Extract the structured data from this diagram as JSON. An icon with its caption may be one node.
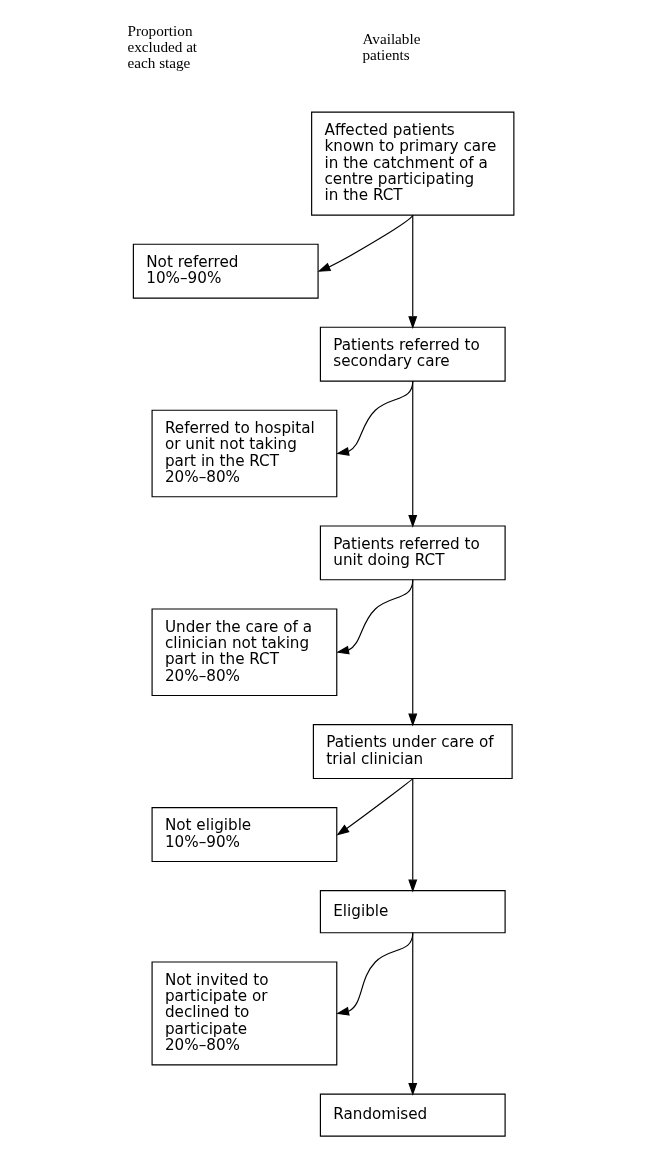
{
  "diagram": {
    "nodes": [
      {
        "text": [
          "Affected patients known to primary care in the catchment of a centre participating in the RCT"
        ]
      },
      {
        "text": [
          "Not referred",
          "10%–90%"
        ]
      },
      {
        "text": [
          "Patients referred to secondary care"
        ]
      },
      {
        "text": [
          "Referred to hospital or unit not taking part in the RCT",
          "20%–80%"
        ]
      },
      {
        "text": [
          "Patients referred to unit doing RCT"
        ]
      },
      {
        "text": [
          "Under the care of a clinician not taking part in the RCT",
          "20%–80%"
        ]
      },
      {
        "text": [
          "Patients under care of trial clinician"
        ]
      },
      {
        "text": [
          "Not eligible",
          "10%–90%"
        ]
      },
      {
        "text": [
          "Eligible"
        ]
      },
      {
        "text": [
          "Not invited to participate or declined to participate",
          "20%–80%"
        ]
      },
      {
        "text": [
          "Randomised"
        ]
      }
    ],
    "edges": [
      {
        "from": 0,
        "to": 2,
        "arrow": "to"
      },
      {
        "from": 0,
        "to": 1,
        "arrow": "to"
      },
      {
        "from": 2,
        "to": 4,
        "arrow": "to"
      },
      {
        "from": 2,
        "to": 3,
        "arrow": "to"
      },
      {
        "from": 4,
        "to": 6,
        "arrow": "to"
      },
      {
        "from": 4,
        "to": 5,
        "arrow": "to"
      },
      {
        "from": 6,
        "to": 8,
        "arrow": "to"
      },
      {
        "from": 6,
        "to": 7,
        "arrow": "to"
      },
      {
        "from": 8,
        "to": 10,
        "arrow": "to"
      },
      {
        "from": 8,
        "to": 9,
        "arrow": "to"
      }
    ],
    "labels": [
      "Proportion excluded at each stage",
      "Available patients"
    ]
  }
}
